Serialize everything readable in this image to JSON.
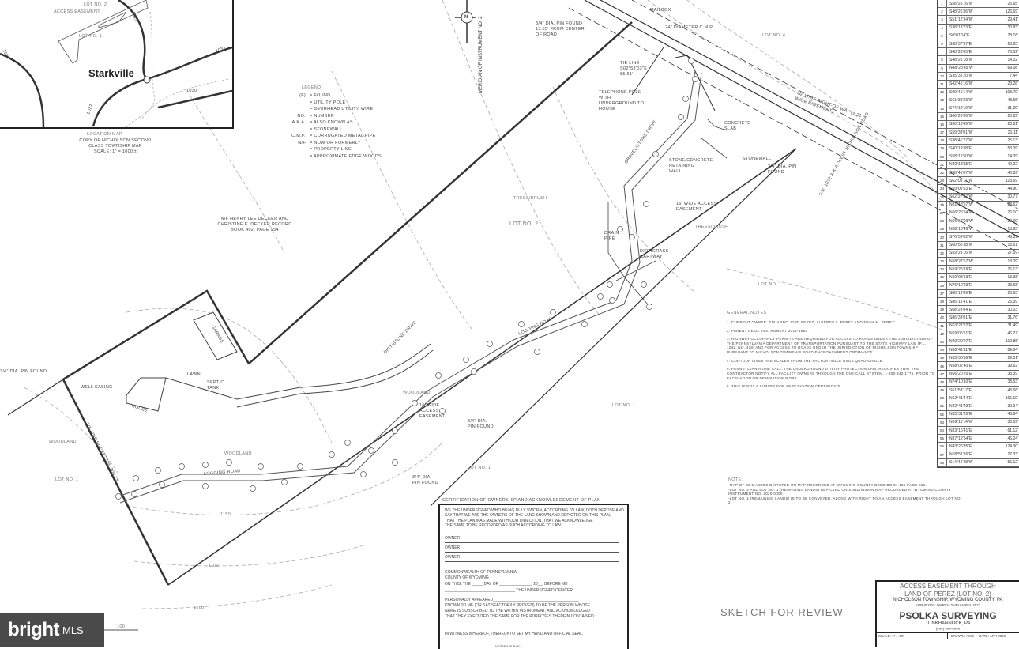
{
  "location_map": {
    "town": "Starkville",
    "lot_no_2": "LOT No. 2",
    "access_easement": "ACCESS EASEMENT",
    "lot_no_1": "LOT No. 1",
    "routes": [
      "1023",
      "1032",
      "1030",
      "1022",
      "1031"
    ],
    "caption": "LOCATION MAP",
    "caption_lines": [
      "COPY OF NICHOLSON SECOND",
      "CLASS TOWNSHIP MAP",
      "SCALE: 1\" = 1000'±"
    ]
  },
  "north_label": "N",
  "meridian_note": "MERIDIAN OF INSTRUMENT No. 2",
  "legend": {
    "title": "LEGEND",
    "items": [
      {
        "symbol": "(F)",
        "text": "= FOUND"
      },
      {
        "symbol": "",
        "text": "= UTILITY POLE"
      },
      {
        "symbol": "",
        "text": "= OVERHEAD UTILITY WIRE"
      },
      {
        "symbol": "No.",
        "text": "= NUMBER"
      },
      {
        "symbol": "A.K.A.",
        "text": "= ALSO KNOWN AS"
      },
      {
        "symbol": "",
        "text": "= STONEWALL"
      },
      {
        "symbol": "C.M.P.",
        "text": "= CORRUGATED METAL PIPE"
      },
      {
        "symbol": "N/F",
        "text": "= NOW OR FORMERLY"
      },
      {
        "symbol": "",
        "text": "= PROPERTY LINE"
      },
      {
        "symbol": "",
        "text": "= APPROXIMATE EDGE WOODS"
      }
    ]
  },
  "labels": {
    "pin_top": "3/4\" DIA. PIN FOUND 13.55' FROM CENTER OF ROAD",
    "mailbox": "MAILBOX",
    "cmp": "24\" DIAMETER C.M.P.",
    "tie_line": "TIE LINE S02°58'03\"E 85.61'",
    "telephone_pole": "TELEPHONE POLE WITH UNDERGROUND TO HOUSE",
    "lot_no_4": "LOT No. 4",
    "right_of_way": "50' WIDE RIGHT-OF-WAY (± 21' WIDE PAVEMENT)",
    "concrete_slab": "CONCRETE SLAB",
    "stonewall": "STONEWALL",
    "retaining_wall": "STONE/CONCRETE RETAINING WALL",
    "road_name": "S.R. 1022 A.K.A. WEST NICHOLSON ROAD",
    "pin_mid": "3/4\" DIA. PIN FOUND",
    "access_16_upper": "16' WIDE ACCESS EASEMENT",
    "trees_brush_1": "TREES/BRUSH",
    "trees_brush_2": "TREES/BRUSH",
    "lot_no_2": "LOT No. 2",
    "drain_pipe": "DRAIN PIPE",
    "dirt_grass": "DIRT/GRASS CARTWAY",
    "gravel_drive": "GRAVEL/STONE DRIVE",
    "lot_no_1_a": "LOT No. 1",
    "lot_no_1_b": "LOT No. 1",
    "lot_no_1_c": "LOT No. 1",
    "lot_no_1_d": "LOT No. 1",
    "nf_owner": "N/F HENRY LEE DECKER AND CHRISTINE E. DECKER RECORD BOOK 402, PAGE 954",
    "logging_road_1": "LOGGING ROAD",
    "logging_road_2": "LOGGING ROAD",
    "dirt_stone_drive": "DIRT/STONE DRIVE",
    "garage": "GARAGE",
    "lawn": "LAWN",
    "septic_tank": "SEPTIC TANK",
    "house": "HOUSE",
    "well_casing": "WELL CASING",
    "pin_left": "3/4\" DIA. PIN FOUND",
    "woodland_1": "WOODLAND",
    "woodland_2": "WOODLAND",
    "woodland_3": "WOODLAND",
    "tie_line_left": "TIE LINE N08°27'23\"W 300.15'",
    "access_16_lower": "16' WIDE ACCESS EASEMENT",
    "pin_lower": "3/4\" DIA. PIN FOUND",
    "pin_bottom": "3/4\" DIA. PIN FOUND",
    "contour_1": "1150",
    "contour_2": "1100",
    "contour_3": "1200"
  },
  "general_notes": {
    "title": "GENERAL NOTES",
    "items": [
      "1. CURRENT OWNER: EDUARDO JOSE PEREZ, ALBERTO L. PEREZ AND NANA M. PEREZ",
      "2. PARENT DEED: INSTRUMENT 2012-1983",
      "3. HIGHWAY OCCUPANCY PERMITS ARE REQUIRED FOR ACCESS TO ROADS UNDER THE JURISDICTION OF THE PENNSYLVANIA DEPARTMENT OF TRANSPORTATION PURSUANT TO THE STATE HIGHWAY LAW (P.L. 1242, No. 428) AND FOR ACCESS TO ROADS UNDER THE JURISDICTION OF NICHOLSON TOWNSHIP PURSUANT TO NICHOLSON TOWNSHIP ROAD ENCROACHMENT ORDINANCE.",
      "4. CONTOUR LINES ARE SCALED FROM THE FACTORYVILLE USGS QUADRANGLE.",
      "5. PENNSYLVANIA ONE CALL: THE UNDERGROUND UTILITY PROTECTION LAW, REQUIRES THAT THE CONTRACTOR NOTIFY ALL FACILITY OWNERS THROUGH THE ONE-CALL SYSTEM, 1-800-242-1776, PRIOR TO EXCAVATION OR DEMOLITION WORK.",
      "6. THIS IS NOT A SURVEY FOR AN ELEVATION CERTIFICATE."
    ]
  },
  "notes": {
    "title": "NOTE:",
    "items": [
      "-MAP OF 48.5 ACRES DEPICTED ON MAP RECORDED AT WYOMING COUNTY DEED BOOK 135 PAGE 561.",
      "-LOT No. 2 AND LOT No. 1 (REMAINING LANDS) DEPICTED ON SUBDIVISION MAP RECORDED AT WYOMING COUNTY INSTRUMENT No. 2020-0000.",
      "-LOT No. 1 (REMAINING LANDS) IS TO BE CONVEYED, ALONG WITH RIGHT TO AN ACCESS EASEMENT THROUGH LOT No. 2."
    ]
  },
  "curve_table": [
    [
      "1",
      "S58°25'16\"W",
      "25.65'"
    ],
    [
      "2",
      "S48°26'36\"W",
      "126.69'"
    ],
    [
      "3",
      "S51°12'34\"W",
      "29.41'"
    ],
    [
      "4",
      "S38°18'23\"E",
      "30.83'"
    ],
    [
      "5",
      "S0°01'14\"E",
      "28.18'"
    ],
    [
      "6",
      "S38°37'37\"E",
      "23.95'"
    ],
    [
      "7",
      "S48°23'05\"E",
      "73.02'"
    ],
    [
      "8",
      "S48°26'18\"W",
      "14.02'"
    ],
    [
      "9",
      "N48°23'45\"W",
      "69.08'"
    ],
    [
      "10",
      "S35°31'20\"W",
      "7.44'"
    ],
    [
      "11",
      "S42°41'16\"W",
      "23.28'"
    ],
    [
      "12",
      "S09°41'14\"W",
      "103.79'"
    ],
    [
      "13",
      "S61°39'23\"W",
      "48.55'"
    ],
    [
      "14",
      "S74°10'10\"W",
      "31.09'"
    ],
    [
      "15",
      "S66°26'36\"W",
      "23.69'"
    ],
    [
      "16",
      "S36°16'49\"W",
      "20.81'"
    ],
    [
      "17",
      "S59°38'01\"W",
      "21.11'"
    ],
    [
      "18",
      "S38°41'27\"W",
      "25.13'"
    ],
    [
      "19",
      "S40°19'38\"E",
      "53.09'"
    ],
    [
      "20",
      "S58°15'50\"W",
      "14.09'"
    ],
    [
      "21",
      "N40°18'15\"E",
      "40.22'"
    ],
    [
      "22",
      "S38°41'07\"W",
      "40.89'"
    ],
    [
      "23",
      "S62°05'11\"W",
      "118.69'"
    ],
    [
      "24",
      "S59°00'53\"E",
      "44.90'"
    ],
    [
      "25",
      "S62°27'22\"W",
      "30.77'"
    ],
    [
      "26",
      "N81°13'57\"W",
      "28.62'"
    ],
    [
      "27",
      "N66°26'54\"W",
      "26.10'"
    ],
    [
      "28",
      "N66°57'03\"W",
      "28.09'"
    ],
    [
      "29",
      "N68°13'49\"W",
      "13.85'"
    ],
    [
      "30",
      "S76°59'02\"W",
      "48.31'"
    ],
    [
      "31",
      "S60°50'38\"W",
      "18.61'"
    ],
    [
      "32",
      "S59°28'16\"W",
      "27.09'"
    ],
    [
      "33",
      "N68°27'57\"W",
      "18.09'"
    ],
    [
      "34",
      "N59°25'19\"E",
      "26.13'"
    ],
    [
      "35",
      "N60°03'53\"E",
      "13.38'"
    ],
    [
      "36",
      "N76°10'23\"E",
      "23.68'"
    ],
    [
      "37",
      "S88°13'49\"E",
      "26.63'"
    ],
    [
      "38",
      "S86°15'41\"E",
      "26.39'"
    ],
    [
      "39",
      "S68°28'04\"E",
      "30.03'"
    ],
    [
      "40",
      "S86°33'01\"E",
      "31.76'"
    ],
    [
      "41",
      "N63°27'22\"E",
      "31.49'"
    ],
    [
      "42",
      "N69°05'51\"E",
      "46.27'"
    ],
    [
      "43",
      "N40°20'07\"E",
      "119.88'"
    ],
    [
      "44",
      "N38°41'11\"E",
      "89.84'"
    ],
    [
      "45",
      "N55°36'16\"E",
      "29.51'"
    ],
    [
      "46",
      "N58°02'40\"E",
      "39.62'"
    ],
    [
      "47",
      "N66°20'25\"E",
      "38.39'"
    ],
    [
      "48",
      "N74°10'10\"E",
      "38.53'"
    ],
    [
      "49",
      "S61°58'17\"E",
      "43.68'"
    ],
    [
      "50",
      "N62°41'44\"E",
      "166.19'"
    ],
    [
      "51",
      "N42°41'49\"E",
      "39.94'"
    ],
    [
      "52",
      "N35°31'20\"E",
      "48.84'"
    ],
    [
      "53",
      "N09°11'14\"W",
      "30.09'"
    ],
    [
      "54",
      "N33°16'41\"E",
      "61.12'"
    ],
    [
      "55",
      "N37°12'54\"E",
      "46.24'"
    ],
    [
      "56",
      "N43°26'35\"E",
      "124.30'"
    ],
    [
      "57",
      "N18°51'16\"E",
      "27.33'"
    ],
    [
      "58",
      "S14°45'48\"W",
      "55.12'"
    ]
  ],
  "certification": {
    "heading": "CERTIFICATION OF OWNERSHIP AND ACKNOWLEDGEMENT OF PLAN",
    "lines": [
      "WE THE UNDERSIGNED WHO BEING DULY SWORN, ACCORDING TO LAW, DOTH DEPOSE AND",
      "SAY THAT WE ARE THE OWNERS OF THE LAND SHOWN AND DEPICTED ON THIS PLAN,",
      "THAT THE PLAN WAS MADE WITH OUR DIRECTION, THAT WE ACKNOWLEDGE",
      "THE SAME TO BE RECORDED AS SUCH ACCORDING TO LAW."
    ],
    "owner_label": "OWNER",
    "commonwealth": "COMMONWEALTH OF PENNSYLVANIA",
    "county": "COUNTY OF WYOMING",
    "on_this": "ON THIS, THE _____ DAY OF _______________ 20__, BEFORE ME",
    "officer": "________________________________ THE UNDERSIGNED OFFICER,",
    "appeared": "PERSONALLY APPEARED_______________________________________",
    "known_lines": [
      "KNOWN TO ME (OR SATISFACTORILY PROVEN) TO BE THE PERSON WHOSE",
      "NAME IS SUBSCRIBED TO THE WITHIN INSTRUMENT, AND ACKNOWLEDGED",
      "THAT THEY EXECUTED THE SAME FOR THE PURPOSES THEREIN CONTAINED."
    ],
    "witness": "IN WITNESS WHEREOF, I HEREUNTO SET MY HAND AND OFFICIAL SEAL.",
    "notary": "NOTARY PUBLIC"
  },
  "sketch_label": "SKETCH FOR REVIEW",
  "title_block": {
    "line1": "ACCESS EASEMENT THROUGH",
    "line2": "LAND OF PEREZ (LOT No. 2)",
    "line3": "NICHOLSON TOWNSHIP, WYOMING COUNTY, PA",
    "line4": "SURVEYED: MARCH THRU APRIL 2021",
    "company": "PSOLKA SURVEYING",
    "city": "TUNKHANNOCK, PA",
    "phone": "(###) ###-####",
    "scale": "SCALE: 1\" = 50'",
    "drawn": "DRAWN: AMB",
    "date": "DATE: APR 2021"
  },
  "scale_bar": "100",
  "watermark": {
    "brand": "bright",
    "suffix": "MLS"
  }
}
